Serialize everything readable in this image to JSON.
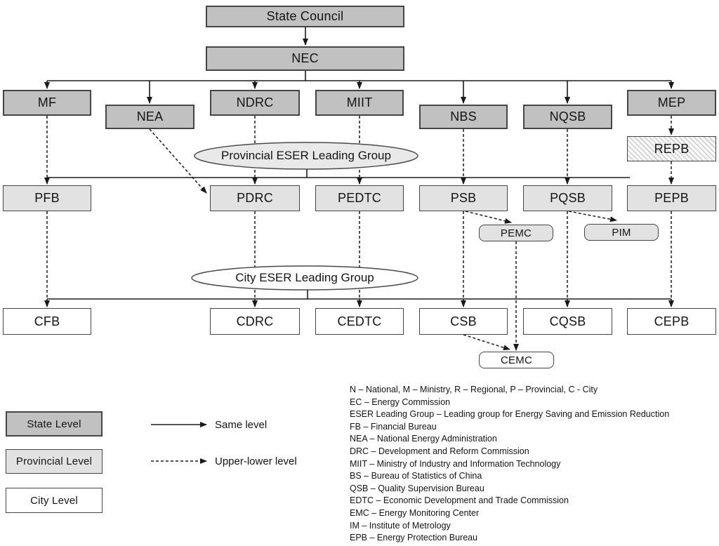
{
  "diagram": {
    "nodes": {
      "state_council": "State Council",
      "nec": "NEC",
      "mf": "MF",
      "nea": "NEA",
      "ndrc": "NDRC",
      "miit": "MIIT",
      "nbs": "NBS",
      "nqsb": "NQSB",
      "mep": "MEP",
      "repb": "REPB",
      "provincial_group": "Provincial ESER Leading Group",
      "pfb": "PFB",
      "pdrc": "PDRC",
      "pedtc": "PEDTC",
      "psb": "PSB",
      "pqsb": "PQSB",
      "pepb": "PEPB",
      "pemc": "PEMC",
      "pim": "PIM",
      "city_group": "City ESER Leading Group",
      "cfb": "CFB",
      "cdrc": "CDRC",
      "cedtc": "CEDTC",
      "csb": "CSB",
      "cqsb": "CQSB",
      "cepb": "CEPB",
      "cemc": "CEMC"
    },
    "legend": {
      "levels": [
        {
          "label": "State Level",
          "fill": "#c1c1c1"
        },
        {
          "label": "Provincial Level",
          "fill": "#e2e2e2"
        },
        {
          "label": "City Level",
          "fill": "#ffffff"
        }
      ],
      "arrows": [
        {
          "style": "solid",
          "label": "Same level"
        },
        {
          "style": "dashed",
          "label": "Upper-lower level"
        }
      ]
    },
    "abbreviations": [
      "N – National, M – Ministry, R – Regional, P – Provincial, C - City",
      "EC – Energy Commission",
      "ESER Leading Group – Leading group for Energy Saving and Emission Reduction",
      "FB – Financial Bureau",
      "NEA – National Energy Administration",
      "DRC – Development and Reform Commission",
      "MIIT – Ministry of Industry and Information Technology",
      "BS – Bureau of Statistics of China",
      "QSB – Quality Supervision Bureau",
      "EDTC – Economic Development and Trade Commission",
      "EMC – Energy Monitoring Center",
      "IM – Institute of Metrology",
      "EPB – Energy Protection Bureau"
    ],
    "colors": {
      "state_fill": "#c1c1c1",
      "provincial_fill": "#e2e2e2",
      "city_fill": "#ffffff",
      "box_border": "#454545",
      "connector": "#1a1a1a"
    }
  }
}
